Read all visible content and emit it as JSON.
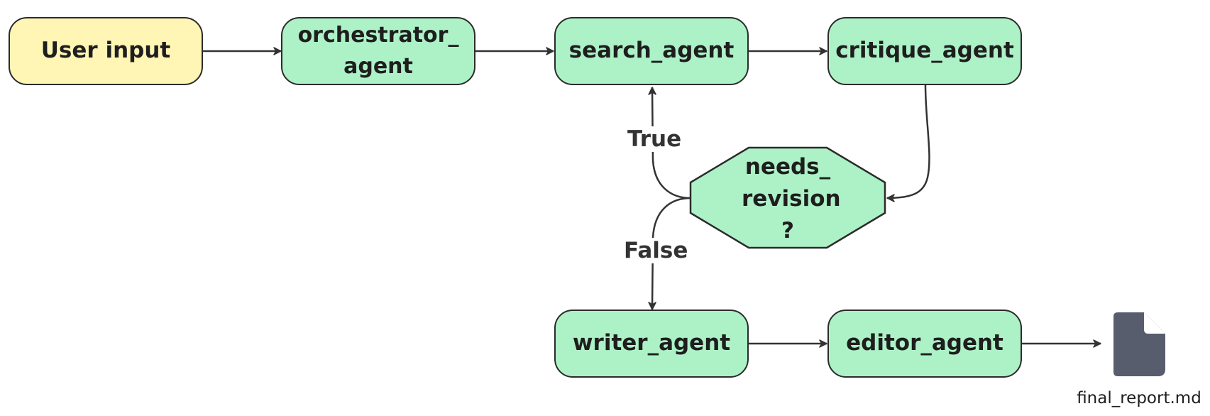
{
  "nodes": {
    "user_input": "User input",
    "orchestrator_agent": "orchestrator_ agent",
    "search_agent": "search_agent",
    "critique_agent": "critique_agent",
    "needs_revision": "needs_ revision ?",
    "writer_agent": "writer_agent",
    "editor_agent": "editor_agent"
  },
  "edges": {
    "true_label": "True",
    "false_label": "False"
  },
  "output_file": {
    "name": "final_report.md",
    "icon": "file-icon"
  },
  "colors": {
    "input_fill": "#fff5b5",
    "agent_fill": "#adf2c7",
    "stroke": "#2b2b2b",
    "file_icon": "#575d6c"
  }
}
